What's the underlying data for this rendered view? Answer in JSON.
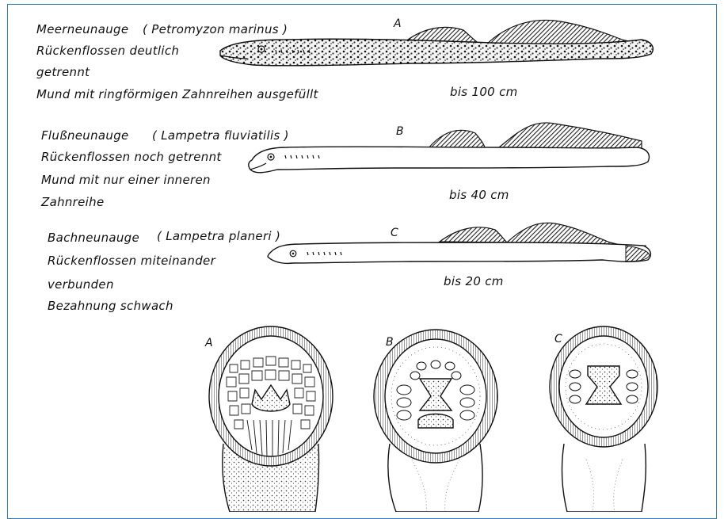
{
  "species": [
    {
      "letter": "A",
      "name": "Meerneunauge",
      "latin": "( Petromyzon marinus )",
      "lines": [
        "Rückenflossen deutlich",
        "getrennt",
        "Mund mit ringförmigen Zahnreihen ausgefüllt"
      ],
      "size": "bis  100 cm"
    },
    {
      "letter": "B",
      "name": "Flußneunauge",
      "latin": "( Lampetra fluviatilis )",
      "lines": [
        "Rückenflossen noch getrennt",
        "Mund mit nur einer inneren",
        "Zahnreihe"
      ],
      "size": "bis   40 cm"
    },
    {
      "letter": "C",
      "name": "Bachneunauge",
      "latin": "( Lampetra planeri )",
      "lines": [
        "Rückenflossen miteinander",
        "verbunden",
        "Bezahnung schwach"
      ],
      "size": "bis    20 cm"
    }
  ],
  "mouths": [
    {
      "letter": "A"
    },
    {
      "letter": "B"
    },
    {
      "letter": "C"
    }
  ],
  "colors": {
    "frame_border": "#2f7fbf",
    "ink": "#111111"
  }
}
